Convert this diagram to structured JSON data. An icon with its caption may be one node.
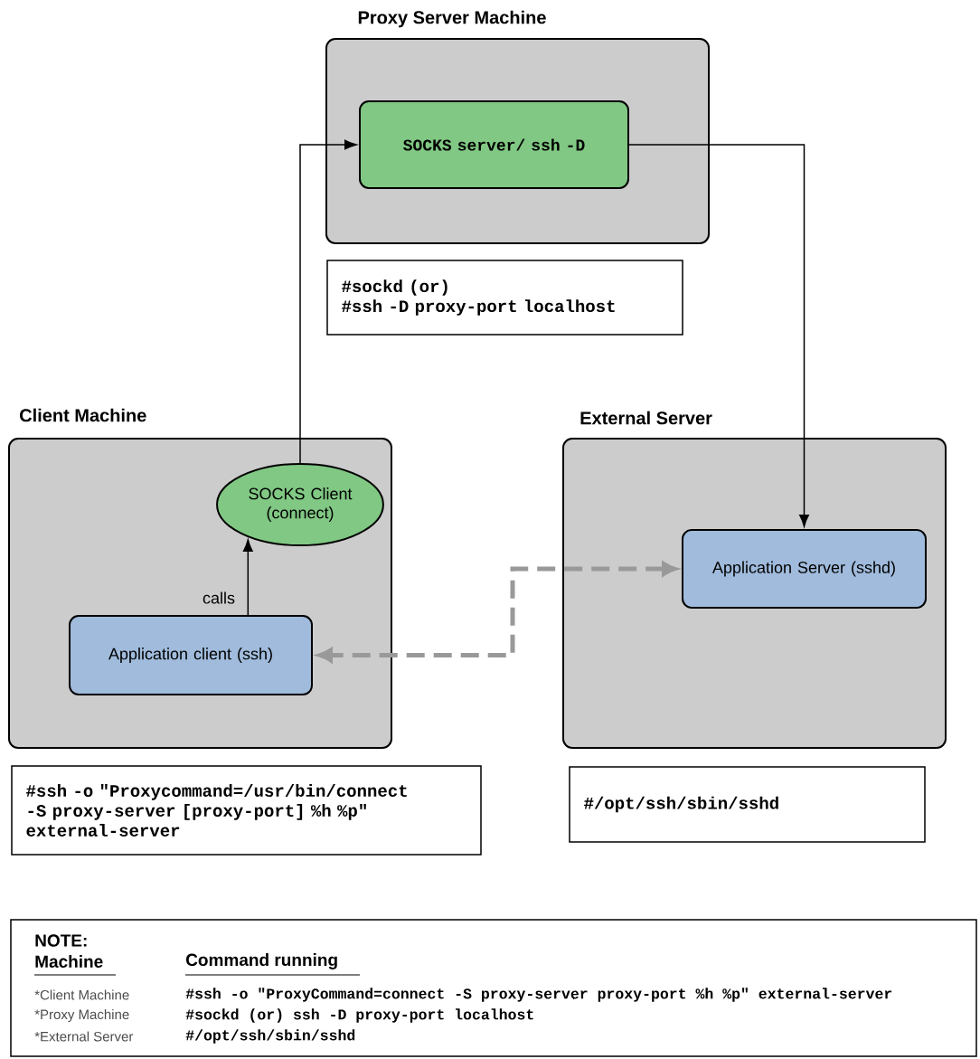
{
  "diagram": {
    "nodes": [
      {
        "text": [
          "Proxy Server Machine"
        ]
      },
      {
        "text": [
          "SOCKS server/ ssh -D"
        ],
        "in": 0
      },
      {
        "text": [
          "Client Machine"
        ]
      },
      {
        "text": [
          "SOCKS Client (connect)"
        ],
        "in": 2
      },
      {
        "text": [
          "Application client (ssh)"
        ],
        "in": 2
      },
      {
        "text": [
          "External Server"
        ]
      },
      {
        "text": [
          "Application Server (sshd)"
        ],
        "in": 5
      },
      {
        "text": [
          "#sockd (or)",
          "#ssh -D proxy-port localhost"
        ]
      },
      {
        "text": [
          "#ssh -o \"Proxycommand=/usr/bin/connect -S proxy-server [proxy-port] %h %p\" external-server"
        ]
      },
      {
        "text": [
          "#/opt/ssh/sbin/sshd"
        ]
      },
      {
        "text": [
          "NOTE:",
          "Machine",
          "Command running",
          "*Client Machine",
          "#ssh -o \"ProxyCommand=connect -S proxy-server proxy-port %h %p\" external-server",
          "*Proxy Machine",
          "#sockd (or) ssh -D proxy-port localhost",
          "*External Server",
          "#/opt/ssh/sbin/sshd"
        ]
      }
    ],
    "edges": [
      {
        "from": 3,
        "to": 1,
        "arrow": "to"
      },
      {
        "from": 1,
        "to": 6,
        "arrow": "to"
      },
      {
        "from": 4,
        "to": 3,
        "arrow": "to",
        "label": "calls"
      },
      {
        "from": 6,
        "to": 4,
        "arrow": "both",
        "style": "dashed",
        "color": "#999999"
      }
    ]
  }
}
